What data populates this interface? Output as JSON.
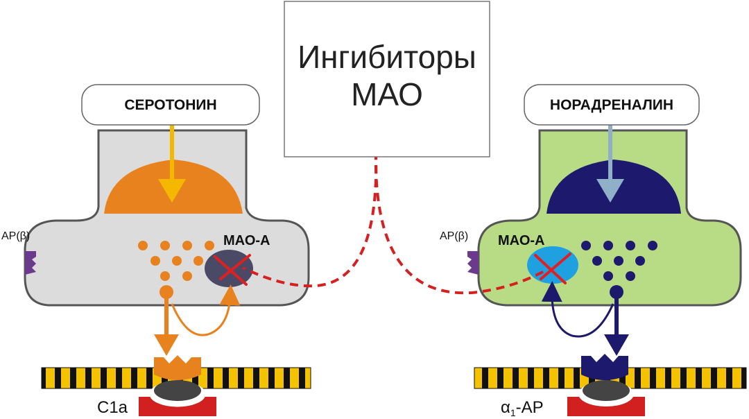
{
  "center_box": {
    "line1": "Ингибиторы",
    "line2": "МАО"
  },
  "left_neuron": {
    "transmitter_label": "СЕРОТОНИН",
    "enzyme_label": "МАО-А",
    "autoreceptor_label": "АР(β)",
    "receptor_label": "C1a"
  },
  "right_neuron": {
    "transmitter_label": "НОРАДРЕНАЛИН",
    "enzyme_label": "МАО-А",
    "autoreceptor_label": "АР(β)",
    "receptor_label_prefix": "α",
    "receptor_label_sub": "1",
    "receptor_label_suffix": "-АР"
  },
  "colors": {
    "left_body": "#dcdcdc",
    "right_body": "#b8dc86",
    "serotonin": "#e8821e",
    "serotonin_arrow": "#f5b800",
    "noradrenaline": "#1d1a6e",
    "noradrenaline_arrow": "#8fb0c6",
    "mao_left": "#4a4a66",
    "mao_right": "#1fa0e0",
    "cross": "#e02020",
    "membrane_yellow": "#f5c200",
    "membrane_black": "#111111",
    "receptor_base": "#d22020",
    "autoreceptor": "#6b3a8c"
  }
}
